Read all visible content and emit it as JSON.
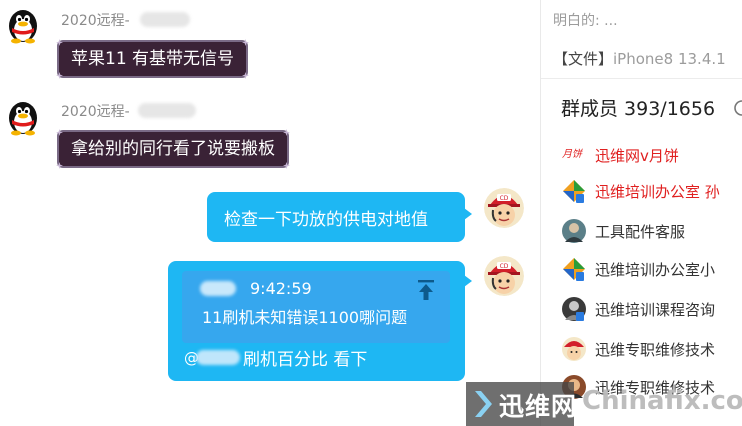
{
  "chat": {
    "messages": [
      {
        "sender": "2020远程-",
        "text": "苹果11 有基带无信号"
      },
      {
        "sender": "2020远程-",
        "text": "拿给别的同行看了说要搬板"
      },
      {
        "text": "检查一下功放的供电对地值"
      },
      {
        "quote_time": "9:42:59",
        "quote_text": "11刷机未知错误1100哪问题",
        "mention_symbol": "@",
        "text": "刷机百分比 看下"
      }
    ]
  },
  "sidebar": {
    "announcement": "明白的: ...",
    "file_tag": "【文件】",
    "file_name": "iPhone8 13.4.1",
    "members_title": "群成员 393/1656",
    "members": [
      {
        "label": "迅维网v月饼"
      },
      {
        "label": "迅维培训办公室 孙"
      },
      {
        "label": "工具配件客服"
      },
      {
        "label": "迅维培训办公室小"
      },
      {
        "label": "迅维培训课程咨询"
      },
      {
        "label": "迅维专职维修技术"
      },
      {
        "label": "迅维专职维修技术"
      }
    ]
  },
  "watermark": {
    "cn": "迅维网",
    "en": "Chinafix.com"
  },
  "colors": {
    "bubble_blue": "#1eb7f3",
    "bubble_dark": "#3a2236",
    "accent_red": "#e02020"
  }
}
